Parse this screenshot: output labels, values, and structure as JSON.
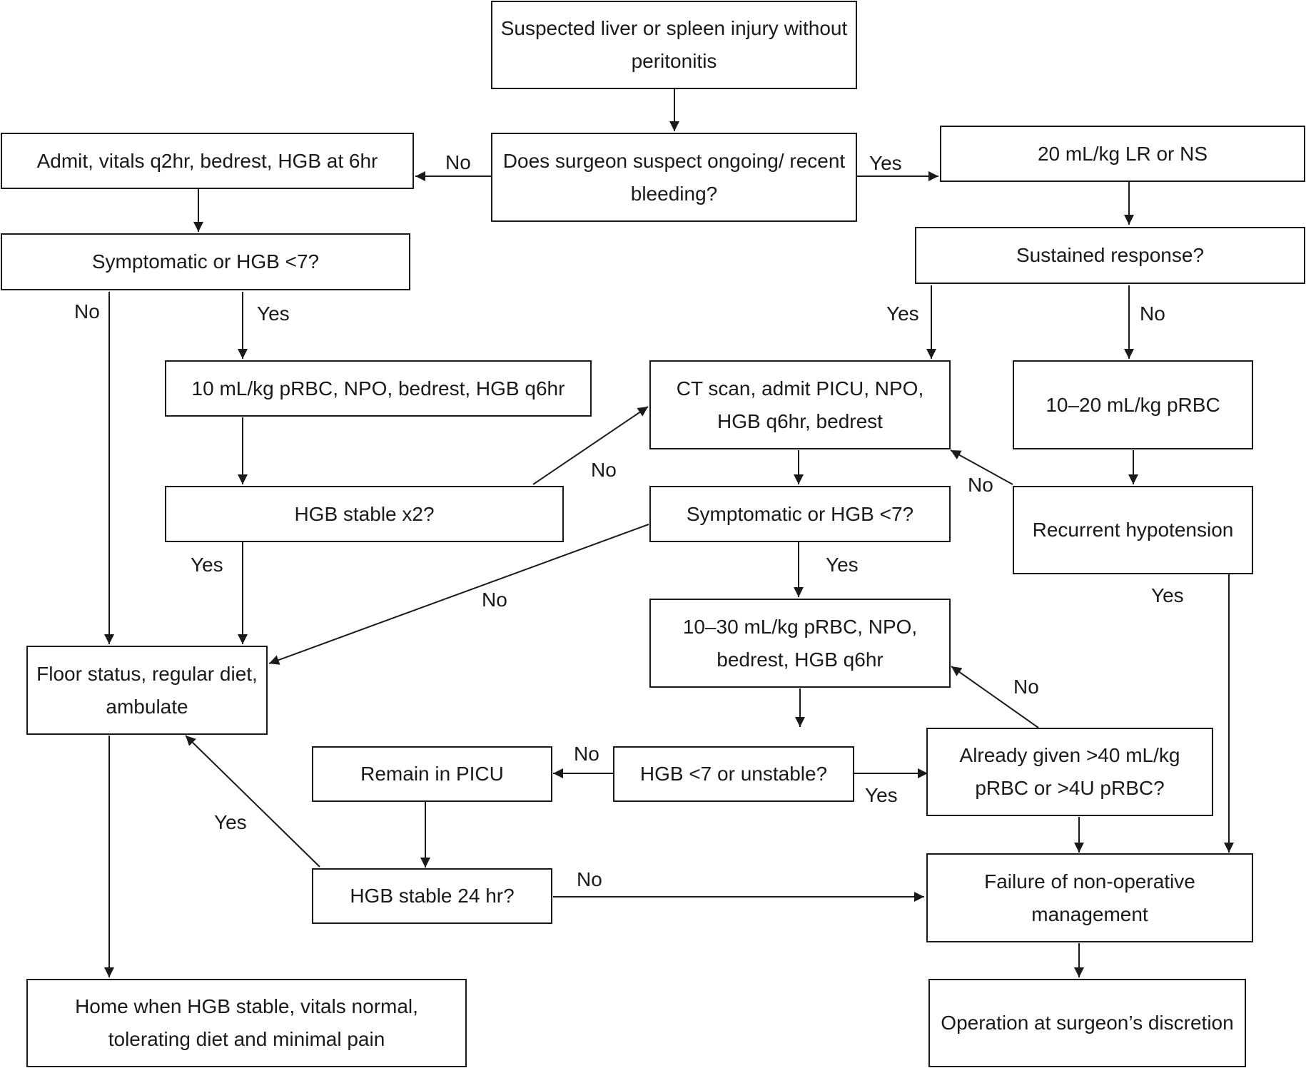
{
  "nodes": {
    "start": "Suspected liver or spleen injury without peritonitis",
    "bleeding": "Does surgeon suspect ongoing/ recent bleeding?",
    "admit": "Admit, vitals q2hr, bedrest, HGB at 6hr",
    "fluid": "20 mL/kg LR or NS",
    "symp1": "Symptomatic or HGB <7?",
    "sustained": "Sustained response?",
    "prbc10": "10 mL/kg pRBC, NPO, bedrest, HGB q6hr",
    "ct": "CT scan, admit PICU, NPO, HGB q6hr, bedrest",
    "prbc1020": "10–20 mL/kg pRBC",
    "stable2": "HGB stable x2?",
    "symp2": "Symptomatic or HGB <7?",
    "recurrent": "Recurrent hypotension",
    "floor": "Floor status, regular diet, ambulate",
    "prbc1030": "10–30 mL/kg pRBC, NPO, bedrest, HGB q6hr",
    "remain": "Remain in PICU",
    "unstable": "HGB <7 or unstable?",
    "already": "Already given >40 mL/kg pRBC or >4U pRBC?",
    "stable24": "HGB stable 24 hr?",
    "failure": "Failure of non-operative management",
    "home": "Home when HGB stable, vitals normal, tolerating diet and minimal pain",
    "operation": "Operation at surgeon’s discretion"
  },
  "edge_labels": {
    "bleeding_no": "No",
    "bleeding_yes": "Yes",
    "symp1_no": "No",
    "symp1_yes": "Yes",
    "sustained_yes": "Yes",
    "sustained_no": "No",
    "stable2_no": "No",
    "recurrent_no": "No",
    "stable2_yes": "Yes",
    "symp2_yes": "Yes",
    "symp2_no": "No",
    "recurrent_yes": "Yes",
    "already_no": "No",
    "unstable_no": "No",
    "unstable_yes": "Yes",
    "stable24_yes": "Yes",
    "stable24_no": "No"
  }
}
